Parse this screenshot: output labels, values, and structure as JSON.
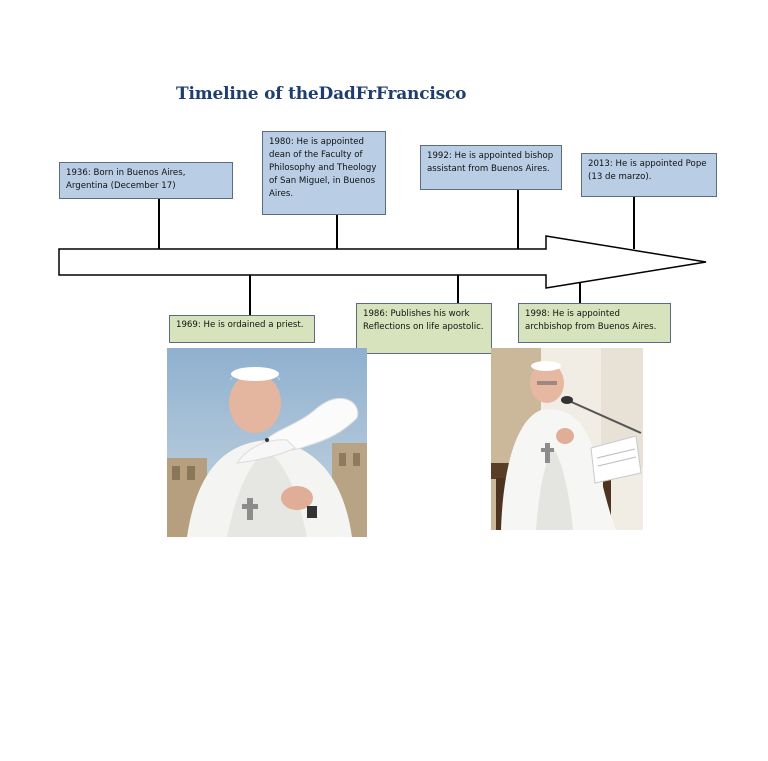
{
  "title": "Timeline of theDadFrFrancisco",
  "events_top": [
    {
      "label": "1936: Born in Buenos Aires, Argentina (December 17)"
    },
    {
      "label": "1980: He is appointed dean of the Faculty of Philosophy and Theology of San Miguel, in Buenos Aires."
    },
    {
      "label": "1992: He is appointed bishop assistant from Buenos Aires."
    },
    {
      "label": "2013: He is appointed Pope (13 de marzo)."
    }
  ],
  "events_bottom": [
    {
      "label": "1969: He is ordained a priest."
    },
    {
      "label": "1986: Publishes his work Reflections on life apostolic."
    },
    {
      "label": "1998: He is appointed archbishop from Buenos Aires."
    }
  ],
  "colors": {
    "top_box": "#b9cde5",
    "bottom_box": "#d6e3bc",
    "title": "#1f3e6e"
  }
}
